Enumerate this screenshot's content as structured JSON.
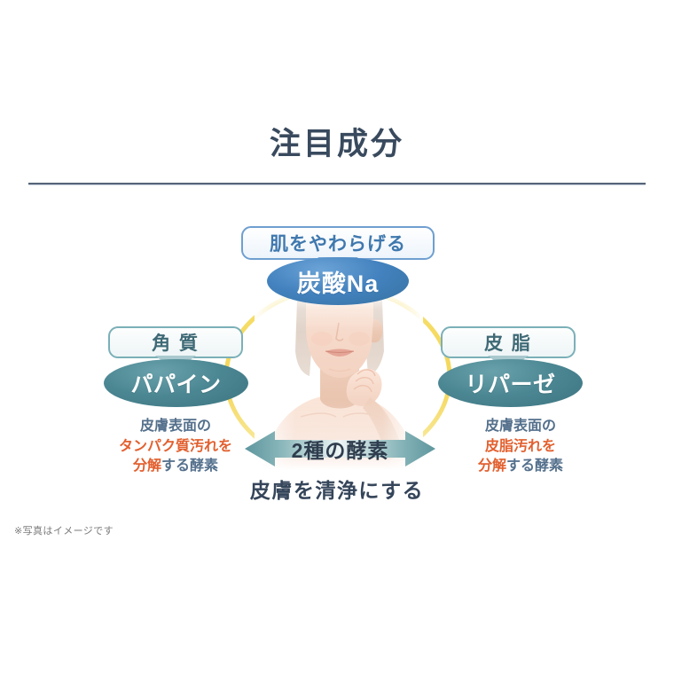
{
  "page": {
    "title": "注目成分",
    "footnote": "※写真はイメージです",
    "bottom_caption": "皮膚を清浄にする"
  },
  "colors": {
    "title_text": "#394a5e",
    "rule": "#56657a",
    "blue_pill": "#4382bf",
    "blue_chip_border": "#6f9fd0",
    "blue_chip_text": "#3f78ae",
    "teal_pill": "#4b8793",
    "teal_chip_border": "#7bb0b8",
    "teal_chip_text": "#3f6a76",
    "ring_gold": "#f5d95a",
    "highlight_orange": "#e2602f",
    "desc_blue": "#54708c",
    "arrow_teal": "#5f99a0",
    "background": "#ffffff"
  },
  "nodes": {
    "top": {
      "chip_label": "肌をやわらげる",
      "ingredient": "炭酸Na"
    },
    "left": {
      "chip_label": "角 質",
      "ingredient": "パパイン",
      "desc_line1": "皮膚表面の",
      "desc_line2": "タンパク質汚れを",
      "desc_line3_hi": "分解",
      "desc_line3_rest": "する酵素"
    },
    "right": {
      "chip_label": "皮 脂",
      "ingredient": "リパーゼ",
      "desc_line1": "皮膚表面の",
      "desc_line2": "皮脂汚れを",
      "desc_line3_hi": "分解",
      "desc_line3_rest": "する酵素"
    }
  },
  "center": {
    "arrow_label": "2種の酵素",
    "photo_alt": "woman-portrait-photo"
  }
}
